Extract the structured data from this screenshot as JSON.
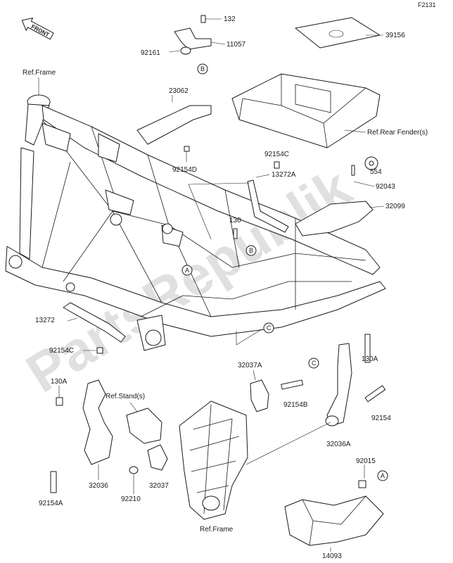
{
  "diagram_code": "F2131",
  "front_badge": "FRONT",
  "watermark": "PartsRepublik",
  "refs": {
    "frame_top": "Ref.Frame",
    "frame_bottom": "Ref.Frame",
    "rear_fender": "Ref.Rear Fender(s)",
    "stand": "Ref.Stand(s)"
  },
  "callouts": {
    "A": "A",
    "B": "B",
    "C": "C"
  },
  "parts": [
    {
      "id": "132",
      "label": "132"
    },
    {
      "id": "11057",
      "label": "11057"
    },
    {
      "id": "92161",
      "label": "92161"
    },
    {
      "id": "39156",
      "label": "39156"
    },
    {
      "id": "23062",
      "label": "23062"
    },
    {
      "id": "92154D",
      "label": "92154D"
    },
    {
      "id": "92154C_top",
      "label": "92154C"
    },
    {
      "id": "13272A",
      "label": "13272A"
    },
    {
      "id": "554",
      "label": "554"
    },
    {
      "id": "92043",
      "label": "92043"
    },
    {
      "id": "32099",
      "label": "32099"
    },
    {
      "id": "130",
      "label": "130"
    },
    {
      "id": "13272",
      "label": "13272"
    },
    {
      "id": "92154C_left",
      "label": "92154C"
    },
    {
      "id": "130A_left",
      "label": "130A"
    },
    {
      "id": "130A_right",
      "label": "130A"
    },
    {
      "id": "32037A",
      "label": "32037A"
    },
    {
      "id": "92154B",
      "label": "92154B"
    },
    {
      "id": "92154",
      "label": "92154"
    },
    {
      "id": "32036A",
      "label": "32036A"
    },
    {
      "id": "32036",
      "label": "32036"
    },
    {
      "id": "32037",
      "label": "32037"
    },
    {
      "id": "92154A",
      "label": "92154A"
    },
    {
      "id": "92210",
      "label": "92210"
    },
    {
      "id": "92015",
      "label": "92015"
    },
    {
      "id": "14093",
      "label": "14093"
    }
  ],
  "colors": {
    "ink": "#1a1a1a",
    "watermark": "#c8c8c8"
  }
}
